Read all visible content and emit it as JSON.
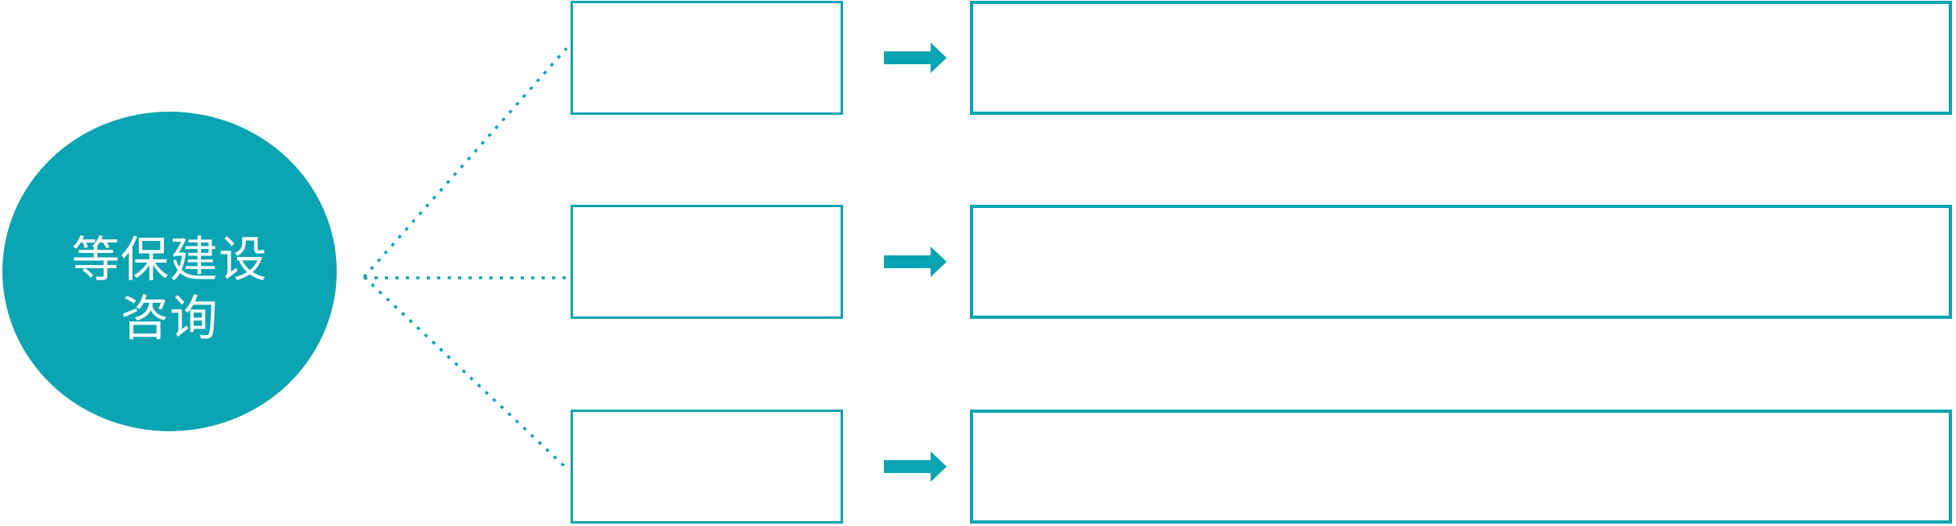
{
  "colors": {
    "accent": "#0AA4B2",
    "background": "#FFFFFF",
    "hub_text": "#FFFFFF"
  },
  "hub": {
    "line1": "等保建设",
    "line2": "咨询"
  },
  "rows": [
    {
      "step": "",
      "detail": ""
    },
    {
      "step": "",
      "detail": ""
    },
    {
      "step": "",
      "detail": ""
    }
  ],
  "icons": {
    "arrow": "right-arrow",
    "connector": "dotted-line"
  }
}
